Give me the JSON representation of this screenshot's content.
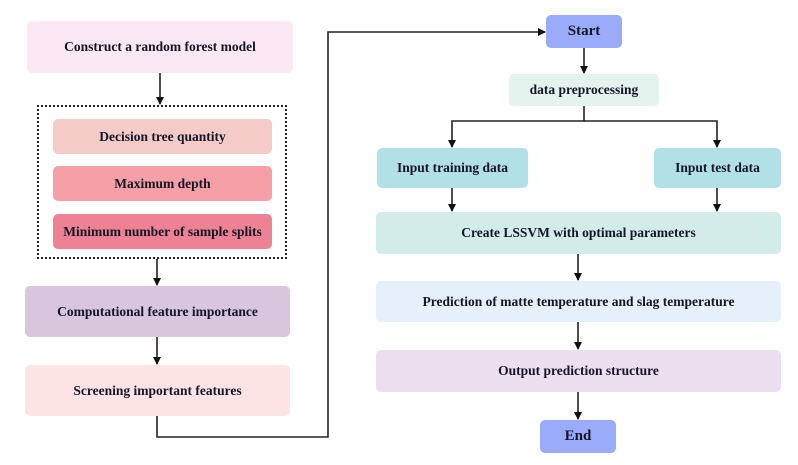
{
  "left_flow": {
    "construct": "Construct a random forest model",
    "parameters_group": {
      "items": [
        "Decision tree quantity",
        "Maximum depth",
        "Minimum number of sample splits"
      ]
    },
    "feature_importance": "Computational feature importance",
    "screening": "Screening important features"
  },
  "right_flow": {
    "start": "Start",
    "preprocessing": "data preprocessing",
    "training": "Input training data",
    "test": "Input test data",
    "create_model": "Create LSSVM with optimal parameters",
    "prediction": "Prediction of matte temperature and slag temperature",
    "output": "Output prediction structure",
    "end": "End"
  },
  "colors": {
    "construct": "#fce8f3",
    "decision_tree": "#f4cbc6",
    "max_depth": "#f4a0a6",
    "min_splits": "#ec8294",
    "feature_importance": "#d8c5de",
    "screening": "#fde4e4",
    "start_end": "#9aacf9",
    "preprocessing": "#e4f3ee",
    "inputs": "#b1e0e6",
    "create_model": "#d2ede9",
    "prediction": "#e6f0fb",
    "output": "#ecdff0"
  }
}
